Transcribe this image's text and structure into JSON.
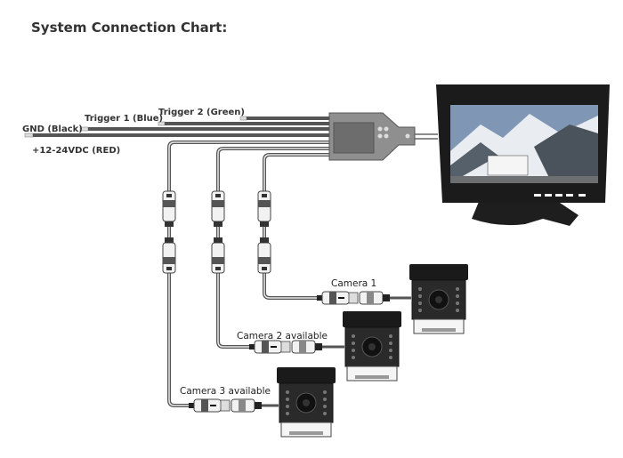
{
  "title": "System Connection Chart:",
  "wires": {
    "gnd": "GND (Black)",
    "trigger1": "Trigger 1 (Blue)",
    "trigger2": "Trigger 2 (Green)",
    "power": "+12-24VDC (RED)"
  },
  "cameras": [
    {
      "label": "Camera 1"
    },
    {
      "label": "Camera 2 available"
    },
    {
      "label": "Camera 3 available"
    }
  ],
  "colors": {
    "wire": "#555555",
    "hub": "#8a8a8a",
    "camera": "#1e1e1e"
  }
}
